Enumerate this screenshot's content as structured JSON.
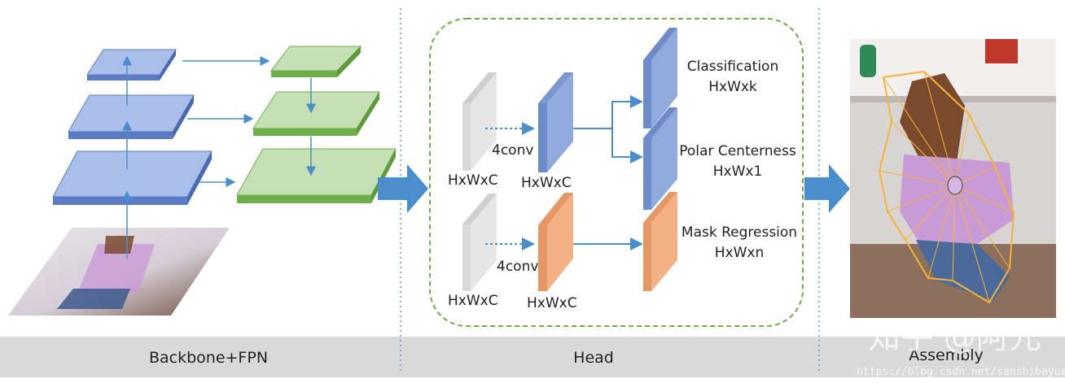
{
  "backbone": {
    "caption": "Backbone+FPN"
  },
  "head": {
    "caption": "Head",
    "branch_top": {
      "input_dim": "HxWxC",
      "conv_label": "4conv",
      "output_dim": "HxWxC"
    },
    "branch_bottom": {
      "input_dim": "HxWxC",
      "conv_label": "4conv",
      "output_dim": "HxWxC"
    },
    "outputs": {
      "classification": {
        "title": "Classification",
        "dim": "HxWxk"
      },
      "centerness": {
        "title": "Polar Centerness",
        "dim": "HxWx1"
      },
      "mask": {
        "title": "Mask Regression",
        "dim": "HxWxn"
      }
    }
  },
  "assembly": {
    "caption": "Assembly"
  },
  "watermark": {
    "text": "知乎 @阿元",
    "url": "https://blog.csdn.net/sanshibayuan"
  },
  "colors": {
    "blue_fill": "#8FAADC",
    "blue_top": "#A9BEE8",
    "blue_side": "#5B7CC4",
    "green_fill": "#A9D18E",
    "green_top": "#C5E0B4",
    "green_side": "#6FAE4A",
    "orange_fill": "#F4B183",
    "orange_side": "#E59866",
    "gray_fill": "#E7E6E6",
    "gray_side": "#BFBFBF",
    "arrow": "#4A8FCC",
    "band": "#D9D9D9",
    "dash_green": "#70AD47",
    "divider": "#5B9BD5",
    "polygon": "#F5B335"
  }
}
